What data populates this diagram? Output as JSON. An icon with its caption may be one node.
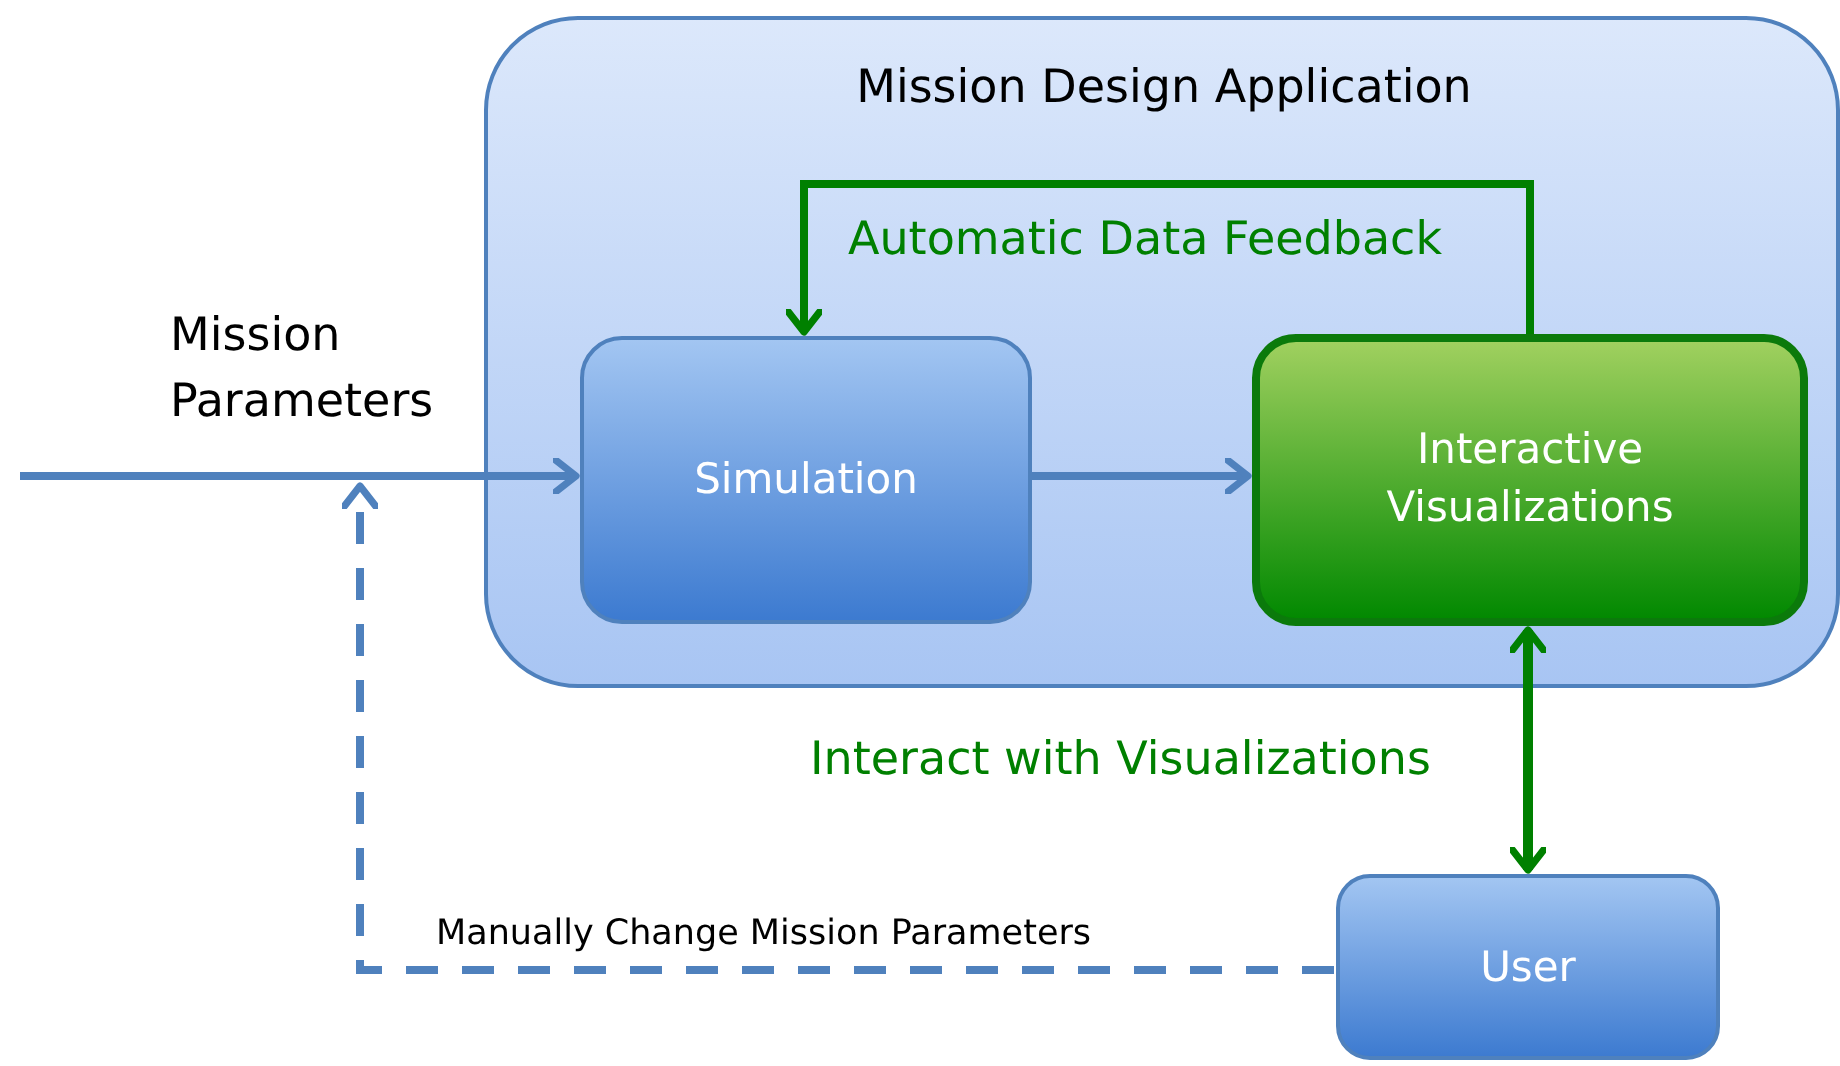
{
  "diagram": {
    "nodes": [
      {
        "text": [
          "Mission Design Application"
        ]
      },
      {
        "text": [
          "Simulation"
        ],
        "in": 0
      },
      {
        "text": [
          "Interactive Visualizations"
        ],
        "in": 0
      },
      {
        "text": [
          "User"
        ]
      }
    ],
    "edges": [
      {
        "from": null,
        "to": 1,
        "arrow": "to",
        "label": "Mission Parameters"
      },
      {
        "from": 1,
        "to": 2,
        "arrow": "to"
      },
      {
        "from": 2,
        "to": 1,
        "arrow": "to",
        "label": "Automatic Data Feedback",
        "color": "#008000"
      },
      {
        "from": 2,
        "to": 3,
        "arrow": "both",
        "label": "Interact with Visualizations",
        "color": "#008000"
      },
      {
        "from": 3,
        "to": null,
        "arrow": "to",
        "label": "Manually Change Mission Parameters",
        "style": "dashed"
      }
    ]
  }
}
